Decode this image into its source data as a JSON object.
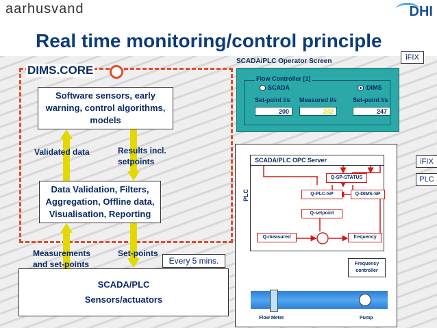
{
  "header": {
    "brand": "aarhusvand",
    "dhi_logo": "DHI",
    "title": "Real time monitoring/control principle"
  },
  "core": {
    "label": "DIMS.CORE",
    "software_box": "Software sensors, early warning, control algorithms, models",
    "validation_box": "Data Validation, Filters, Aggregation, Offline data, Visualisation, Reporting",
    "validated_data": "Validated data",
    "results": "Results incl. setpoints"
  },
  "bottom": {
    "measurements": "Measurements and set-points",
    "setpoints": "Set-points",
    "every": "Every 5 mins.",
    "scada_title": "SCADA/PLC",
    "scada_sub": "Sensors/actuators"
  },
  "operator": {
    "title": "SCADA/PLC Operator Screen",
    "tag": "iFIX",
    "flow_title": "Flow Controller [1]",
    "scada_radio": "SCADA",
    "dims_radio": "DIMS",
    "setpoint_label": "Set-point l/s",
    "measured_label": "Measured l/s",
    "setpoint_right_label": "Set-point l/s",
    "val_setpoint": "200",
    "val_measured": "242",
    "val_setpoint_right": "247"
  },
  "plc": {
    "opc": "SCADA/PLC OPC Server",
    "tag_ifix": "iFIX",
    "tag_plc": "PLC",
    "plc_label": "PLC",
    "q_sp_status": "Q-SP-STATUS",
    "q_plc_sp": "Q-PLC-SP",
    "q_dims_sp": "Q-DIMS-SP",
    "q_setpoint": "Q-setpoint",
    "q_measured": "Q-measured",
    "frequency": "frequency",
    "freq_ctrl": "Frequency controller",
    "flow_meter": "Flow Meter",
    "pump": "Pump"
  },
  "colors": {
    "accent": "#e34a2b",
    "arrow": "#e3d900",
    "title": "#0d3d78",
    "screen": "#2aa9a8",
    "signal": "#d11b1b"
  }
}
